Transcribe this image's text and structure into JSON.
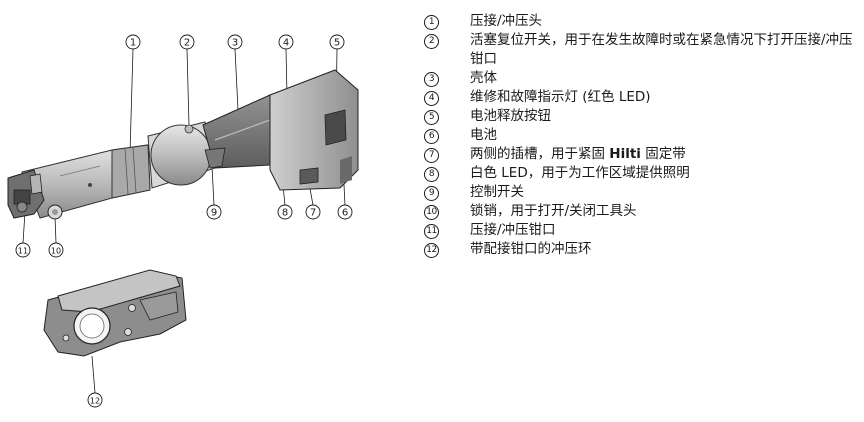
{
  "callouts": [
    "1",
    "2",
    "3",
    "4",
    "5",
    "6",
    "7",
    "8",
    "9",
    "10",
    "11",
    "12"
  ],
  "legend": [
    {
      "num": "1",
      "text": "压接/冲压头"
    },
    {
      "num": "2",
      "text": "活塞复位开关，用于在发生故障时或在紧急情况下打开压接/冲压钳口"
    },
    {
      "num": "3",
      "text": "壳体"
    },
    {
      "num": "4",
      "text": "维修和故障指示灯 (红色 LED)"
    },
    {
      "num": "5",
      "text": "电池释放按钮"
    },
    {
      "num": "6",
      "text": "电池"
    },
    {
      "num": "7",
      "text_pre": "两侧的插槽，用于紧固 ",
      "text_bold": "Hilti",
      "text_post": " 固定带"
    },
    {
      "num": "8",
      "text": "白色 LED，用于为工作区域提供照明"
    },
    {
      "num": "9",
      "text": "控制开关"
    },
    {
      "num": "10",
      "text": "锁销，用于打开/关闭工具头"
    },
    {
      "num": "11",
      "text": "压接/冲压钳口"
    },
    {
      "num": "12",
      "text": "带配接钳口的冲压环"
    }
  ]
}
